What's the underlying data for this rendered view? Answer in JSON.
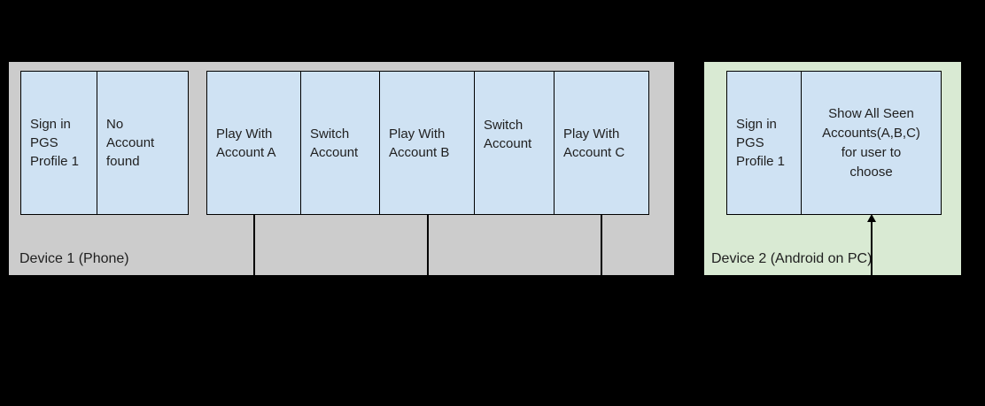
{
  "canvas": {
    "background": "#000000"
  },
  "colors": {
    "device1_fill": "#cccccc",
    "device2_fill": "#d9ead3",
    "cell_fill": "#cfe2f3",
    "cell_border": "#000000",
    "text": "#1f1f1f"
  },
  "device1": {
    "label": "Device 1 (Phone)",
    "signin_group": {
      "cells": [
        {
          "text": "Sign in\nPGS\nProfile 1"
        },
        {
          "text": "No\nAccount\nfound"
        }
      ]
    },
    "play_group": {
      "cells": [
        {
          "text": "Play With\nAccount A"
        },
        {
          "text": "Switch\nAccount"
        },
        {
          "text": "Play With\nAccount B"
        },
        {
          "text": "Switch\nAccount"
        },
        {
          "text": "Play With\nAccount C"
        }
      ]
    }
  },
  "device2": {
    "label": "Device 2 (Android on PC)",
    "group": {
      "cells": [
        {
          "text": "Sign in\nPGS\nProfile 1"
        },
        {
          "text": "Show All Seen\nAccounts(A,B,C)\nfor user to\nchoose"
        }
      ]
    }
  }
}
